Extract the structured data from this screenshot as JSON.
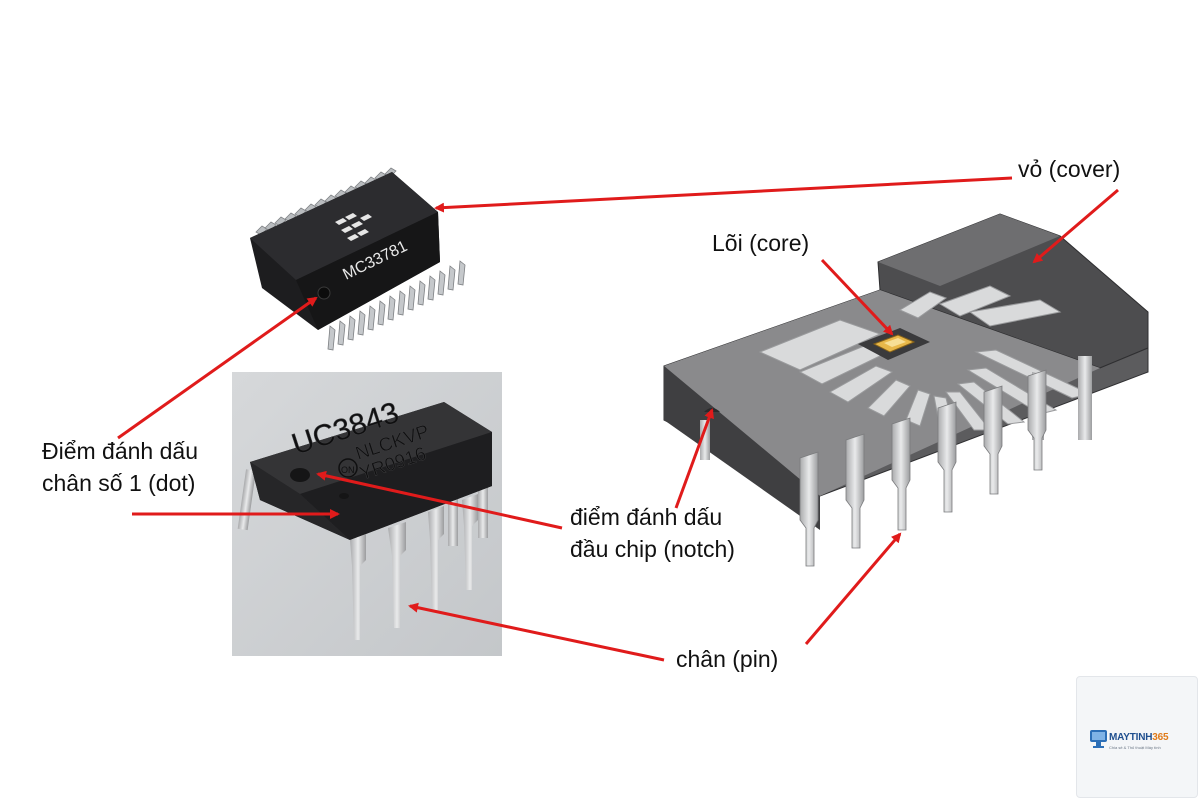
{
  "labels": {
    "cover": "vỏ (cover)",
    "core": "Lõi (core)",
    "dot_line1": "Điểm đánh dấu",
    "dot_line2": "chân số 1 (dot)",
    "notch_line1": "điểm đánh dấu",
    "notch_line2": "đầu chip (notch)",
    "pin": "chân (pin)"
  },
  "chip_markings": {
    "smd_part": "MC33781",
    "dip_line1": "UC3843",
    "dip_line2": "NLCKVP",
    "dip_line3": "YR0916",
    "dip_brand": "ON"
  },
  "logo": {
    "name_main": "MAYTINH",
    "name_accent": "365",
    "tagline": "Chia sẻ & Thủ thuật Máy tính"
  },
  "colors": {
    "arrow": "#e01b1b",
    "chip_body": "#2a2a2a",
    "diagram_body": "#6a6a6a",
    "core": "#e8b84a"
  }
}
